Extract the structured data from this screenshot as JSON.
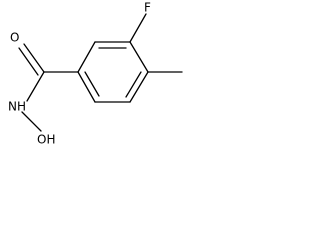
{
  "molecule": {
    "atoms": {
      "fluorine": "F",
      "oxygen_carbonyl": "O",
      "nitrogen": "NH",
      "hydroxyl": "OH"
    }
  },
  "colors": {
    "bond": "#000000",
    "label": "#000000",
    "background": "#ffffff"
  }
}
